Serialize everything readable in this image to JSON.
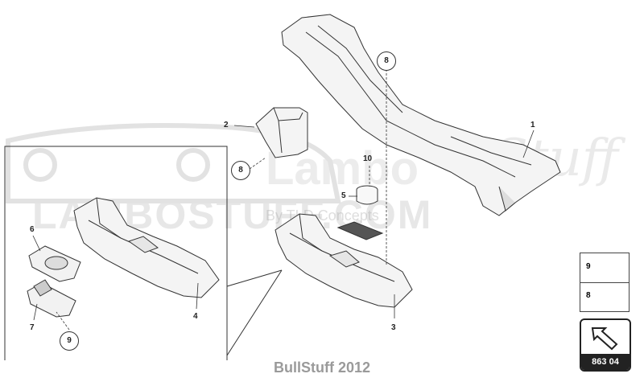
{
  "watermark": {
    "brand": "Lambo",
    "script": "Stuff",
    "site": "LAMBOSTUFF.COM",
    "byline": "By TLD Concepts"
  },
  "callouts": {
    "part1": "1",
    "part2": "2",
    "part3": "3",
    "part4": "4",
    "part5": "5",
    "part6": "6",
    "part7": "7",
    "part8_upper": "8",
    "part8_left": "8",
    "part9": "9",
    "part10": "10"
  },
  "legend": {
    "row1_num": "9",
    "row2_num": "8"
  },
  "page_badge": {
    "code": "863 04"
  },
  "footer": {
    "text": "BullStuff 2012"
  },
  "colors": {
    "line": "#333333",
    "part_fill": "#f2f2f2",
    "watermark": "#a0a0a0"
  }
}
